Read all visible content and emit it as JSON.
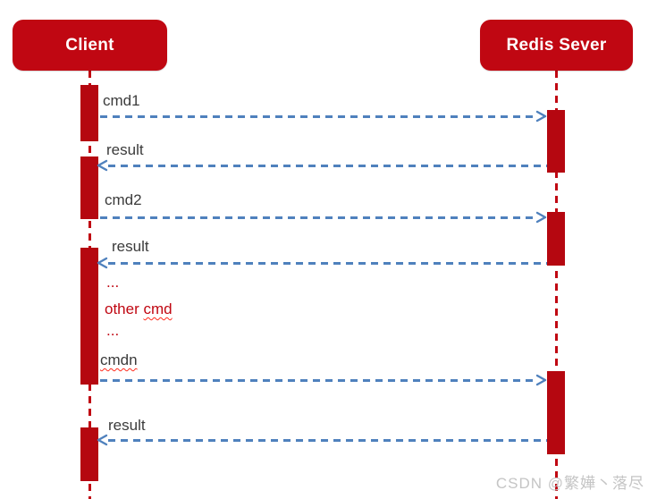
{
  "diagram": {
    "type": "sequence-diagram",
    "actors": [
      {
        "id": "client",
        "label": "Client"
      },
      {
        "id": "server",
        "label": "Redis Sever"
      }
    ],
    "messages": [
      {
        "label": "cmd1",
        "from": "client",
        "to": "server"
      },
      {
        "label": "result",
        "from": "server",
        "to": "client"
      },
      {
        "label": "cmd2",
        "from": "client",
        "to": "server"
      },
      {
        "label": "result",
        "from": "server",
        "to": "client"
      },
      {
        "label": "cmdn",
        "from": "client",
        "to": "server",
        "spellcheck_underline": true
      },
      {
        "label": "result",
        "from": "server",
        "to": "client"
      }
    ],
    "notes": {
      "dots_top": "...",
      "other_cmd_prefix": "other ",
      "other_cmd_word": "cmd",
      "dots_bottom": "..."
    }
  },
  "watermark": "CSDN @繁嬅丶落尽",
  "colors": {
    "actor_red": "#c00712",
    "activation_red": "#b50710",
    "lifeline_red": "#c00712",
    "arrow_blue": "#4f81bd",
    "label_dark": "#3b3b3b",
    "note_red": "#c00712",
    "spellcheck_red": "#ff2a1c",
    "watermark_gray": "#c5c5c5",
    "background": "#ffffff"
  }
}
